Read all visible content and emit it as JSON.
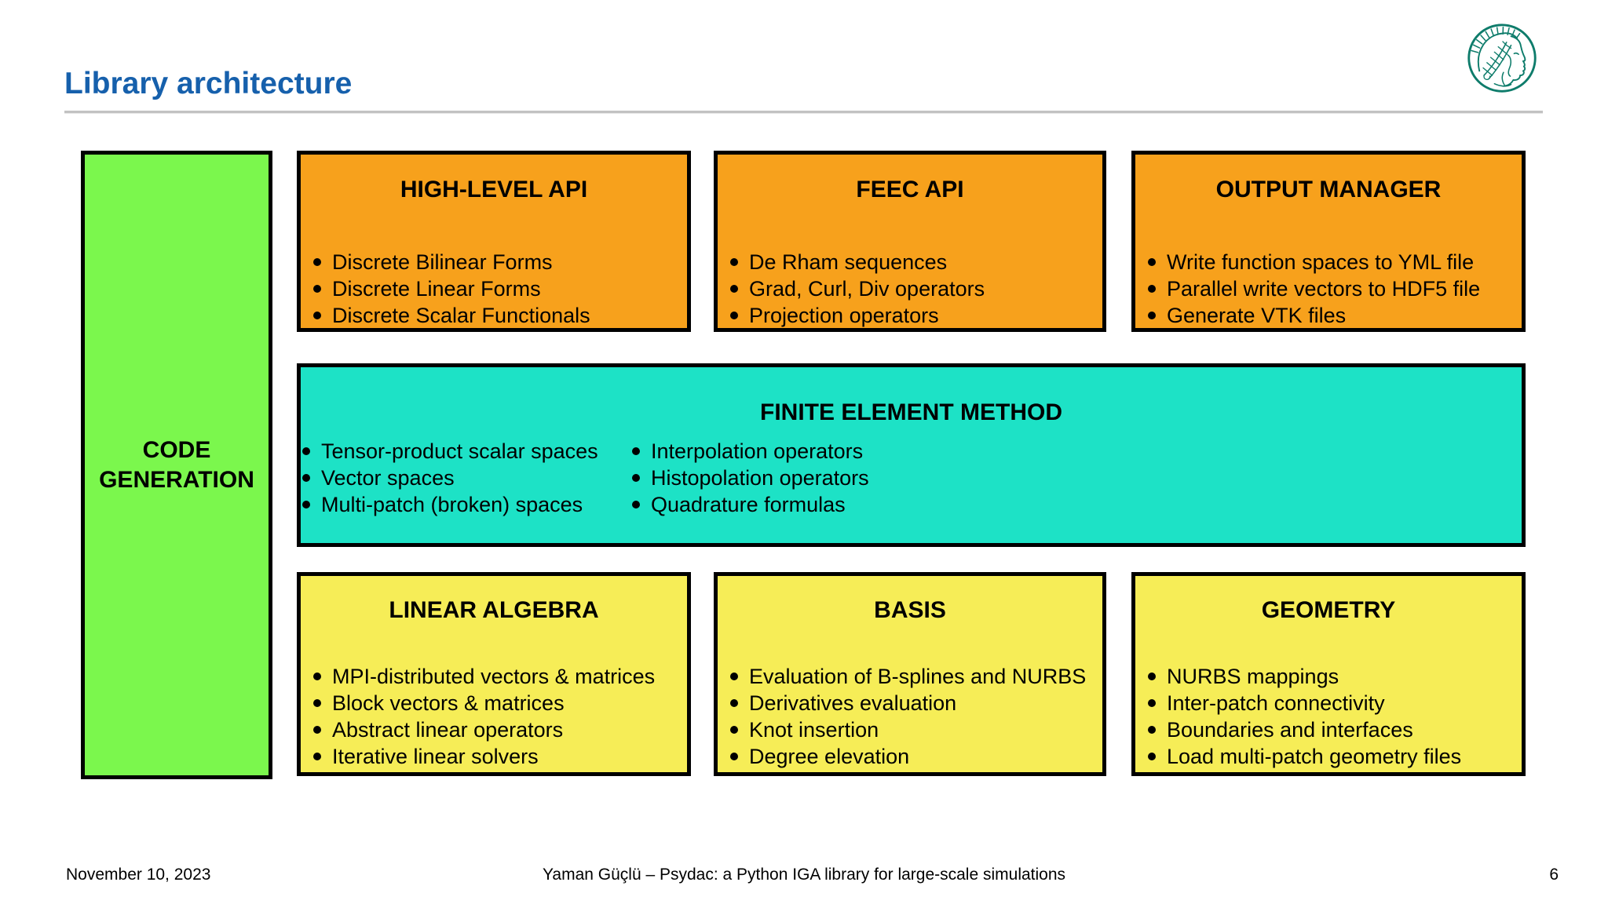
{
  "header": {
    "title": "Library architecture"
  },
  "logo": {
    "icon": "max-planck-minerva-icon",
    "color": "#0E7C6B"
  },
  "colors": {
    "title_blue": "#1660AC",
    "divider_gray": "#C2C2C2",
    "code_generation_green": "#7BF74D",
    "api_orange": "#F7A11C",
    "fem_teal": "#1DE2C6",
    "bottom_yellow": "#F6ED57",
    "box_border": "#000000"
  },
  "boxes": {
    "code_generation": {
      "title_line1": "CODE",
      "title_line2": "GENERATION"
    },
    "high_level_api": {
      "title": "HIGH-LEVEL API",
      "bullets": [
        "Discrete Bilinear Forms",
        "Discrete Linear Forms",
        "Discrete Scalar Functionals"
      ]
    },
    "feec_api": {
      "title": "FEEC API",
      "bullets": [
        "De Rham sequences",
        "Grad, Curl, Div operators",
        "Projection operators"
      ]
    },
    "output_manager": {
      "title": "OUTPUT MANAGER",
      "bullets": [
        "Write function spaces to YML file",
        "Parallel write vectors to HDF5 file",
        "Generate VTK files"
      ]
    },
    "finite_element_method": {
      "title": "FINITE ELEMENT METHOD",
      "left_bullets": [
        "Tensor-product scalar spaces",
        "Vector spaces",
        "Multi-patch (broken) spaces"
      ],
      "right_bullets": [
        "Interpolation operators",
        "Histopolation operators",
        "Quadrature formulas"
      ]
    },
    "linear_algebra": {
      "title": "LINEAR ALGEBRA",
      "bullets": [
        "MPI-distributed vectors & matrices",
        "Block vectors & matrices",
        "Abstract linear operators",
        "Iterative linear solvers"
      ]
    },
    "basis": {
      "title": "BASIS",
      "bullets": [
        "Evaluation of B-splines and NURBS",
        "Derivatives evaluation",
        "Knot insertion",
        "Degree elevation"
      ]
    },
    "geometry": {
      "title": "GEOMETRY",
      "bullets": [
        "NURBS mappings",
        "Inter-patch connectivity",
        "Boundaries and interfaces",
        "Load multi-patch geometry files"
      ]
    }
  },
  "footer": {
    "date": "November 10, 2023",
    "center": "Yaman Güçlü – Psydac: a Python IGA library for large-scale simulations",
    "page": "6"
  }
}
